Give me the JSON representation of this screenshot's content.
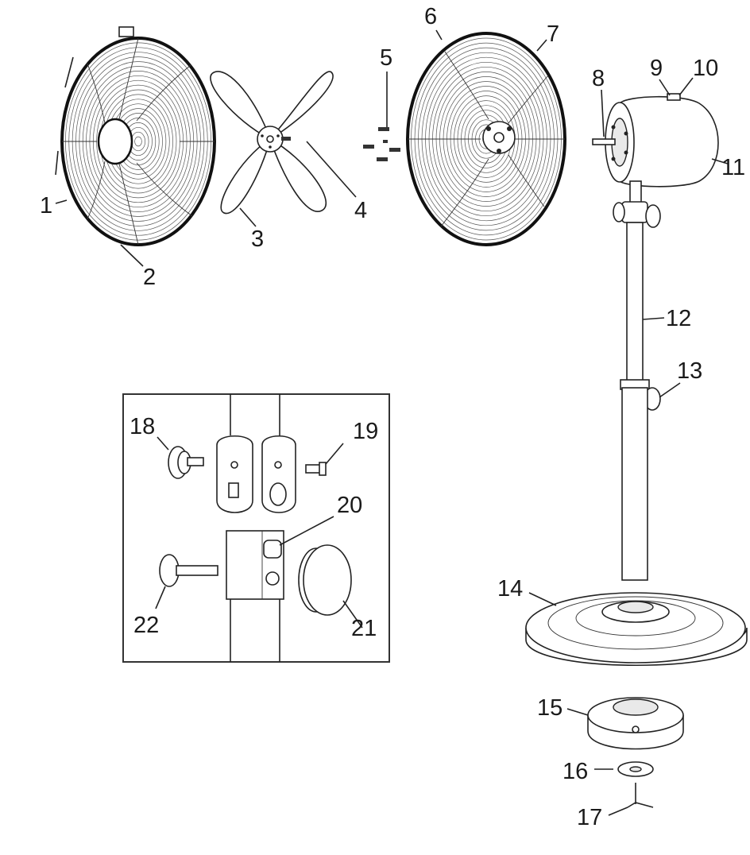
{
  "callouts": {
    "c1": "1",
    "c2": "2",
    "c3": "3",
    "c4": "4",
    "c5": "5",
    "c6": "6",
    "c7": "7",
    "c8": "8",
    "c9": "9",
    "c10": "10",
    "c11": "11",
    "c12": "12",
    "c13": "13",
    "c14": "14",
    "c15": "15",
    "c16": "16",
    "c17": "17",
    "c18": "18",
    "c19": "19",
    "c20": "20",
    "c21": "21",
    "c22": "22"
  },
  "colors": {
    "line": "#222222",
    "background": "#ffffff"
  }
}
